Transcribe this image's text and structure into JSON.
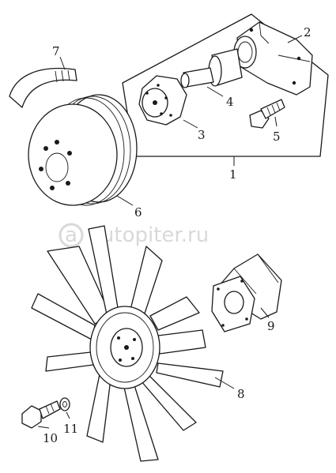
{
  "watermark": {
    "text": "autopiter.ru"
  },
  "callouts": [
    {
      "id": "1",
      "label": "1"
    },
    {
      "id": "2",
      "label": "2"
    },
    {
      "id": "3",
      "label": "3"
    },
    {
      "id": "4",
      "label": "4"
    },
    {
      "id": "5",
      "label": "5"
    },
    {
      "id": "6",
      "label": "6"
    },
    {
      "id": "7",
      "label": "7"
    },
    {
      "id": "8",
      "label": "8"
    },
    {
      "id": "9",
      "label": "9"
    },
    {
      "id": "10",
      "label": "10"
    },
    {
      "id": "11",
      "label": "11"
    }
  ]
}
